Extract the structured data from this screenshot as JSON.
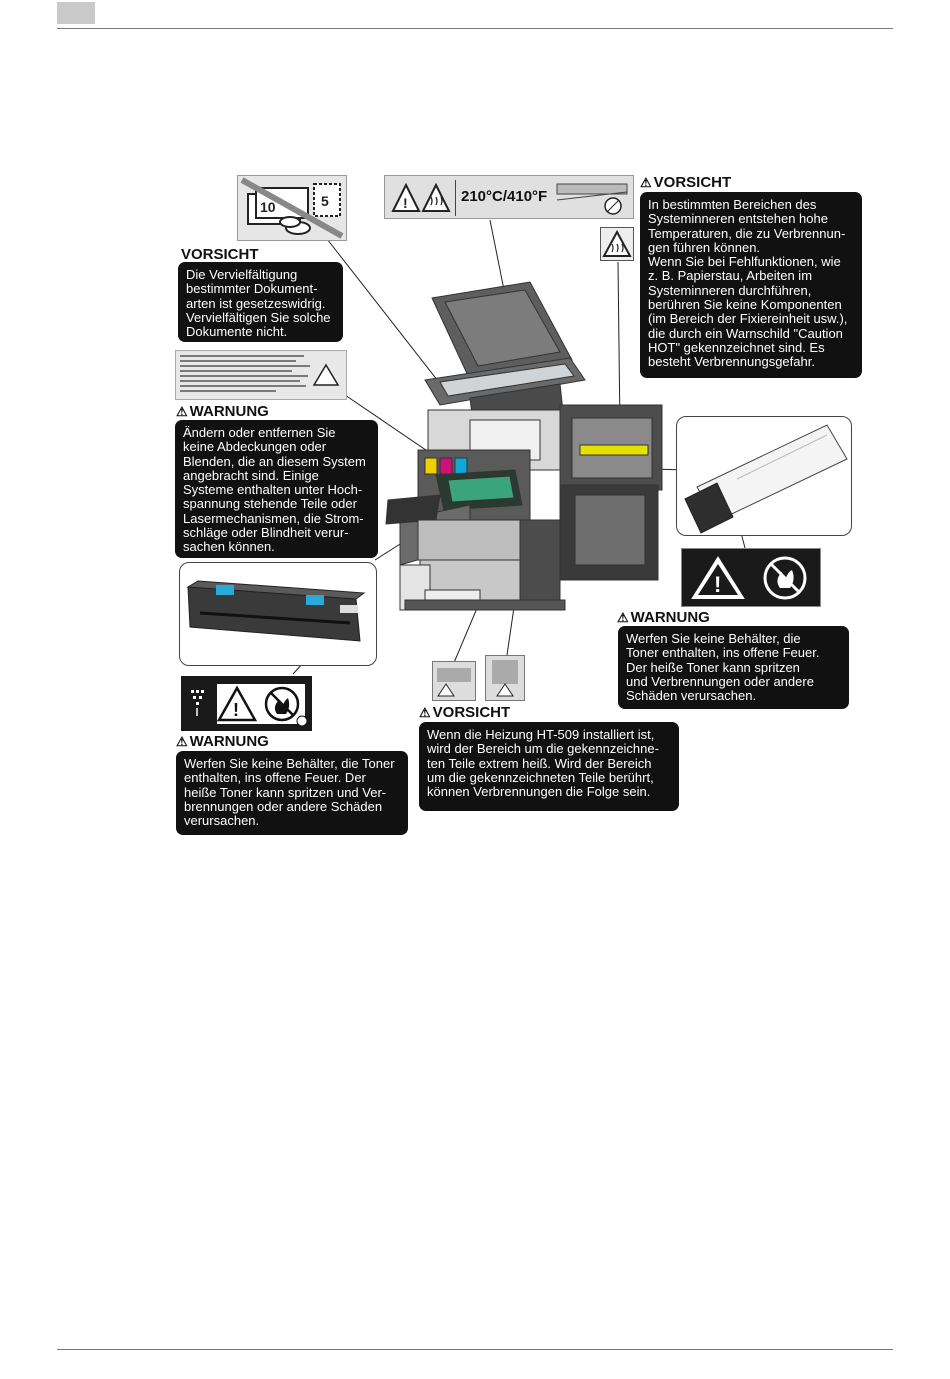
{
  "header": {
    "page_marker": ""
  },
  "temp_label": {
    "text": "210°C/410°F"
  },
  "labels": {
    "vorsicht_copy": {
      "title": "VORSICHT",
      "lines": [
        "Die Vervielfältigung",
        "bestimmter Dokument-",
        "arten ist gesetzeswidrig.",
        "Vervielfältigen Sie solche",
        "Dokumente nicht."
      ]
    },
    "vorsicht_hot": {
      "title": "VORSICHT",
      "lines": [
        "In bestimmten Bereichen des",
        "Systeminneren entstehen hohe",
        "Temperaturen, die zu Verbrennun-",
        "gen führen können.",
        "Wenn Sie bei Fehlfunktionen, wie",
        "z. B. Papierstau, Arbeiten im",
        "Systeminneren durchführen,",
        "berühren Sie keine Komponenten",
        "(im Bereich der Fixiereinheit usw.),",
        "die durch ein Warnschild \"Caution",
        "HOT\" gekennzeichnet sind. Es",
        "besteht Verbrennungsgefahr."
      ]
    },
    "warnung_covers": {
      "title": "WARNUNG",
      "lines": [
        "Ändern oder entfernen Sie",
        "keine Abdeckungen oder",
        "Blenden, die an diesem System",
        "angebracht sind. Einige",
        "Systeme enthalten unter Hoch-",
        "spannung stehende Teile oder",
        "Lasermechanismen, die Strom-",
        "schläge oder Blindheit verur-",
        "sachen können."
      ]
    },
    "warnung_toner_right": {
      "title": "WARNUNG",
      "lines": [
        "Werfen Sie keine Behälter, die",
        "Toner enthalten, ins offene Feuer.",
        "Der heiße Toner kann spritzen",
        "und Verbrennungen oder andere",
        "Schäden verursachen."
      ]
    },
    "warnung_toner_left": {
      "title": "WARNUNG",
      "lines": [
        "Werfen Sie keine Behälter, die Toner",
        "enthalten, ins offene Feuer. Der",
        "heiße Toner kann spritzen und Ver-",
        "brennungen oder andere Schäden",
        "verursachen."
      ]
    },
    "vorsicht_heater": {
      "title": "VORSICHT",
      "lines": [
        "Wenn die Heizung HT-509 installiert ist,",
        "wird der Bereich um die gekennzeichne-",
        "ten Teile extrem heiß. Wird der Bereich",
        "um die gekennzeichneten Teile berührt,",
        "können Verbrennungen die Folge sein."
      ]
    }
  },
  "icons": {
    "warning": "warning-triangle-icon",
    "hot": "hot-surface-icon",
    "no_fire": "no-fire-icon"
  }
}
